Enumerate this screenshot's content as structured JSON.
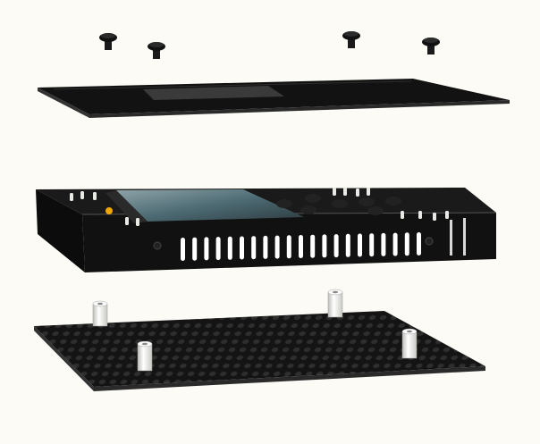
{
  "colors": {
    "background": "#fdfbf6",
    "metal": "#111111",
    "edge": "#2a2a2a",
    "standoff": "#f2f2ee",
    "screen": "#5f7e86",
    "vent_slot": "#ffffff"
  },
  "parts": {
    "screws": 4,
    "standoffs": 4,
    "vent_slots": 21
  }
}
